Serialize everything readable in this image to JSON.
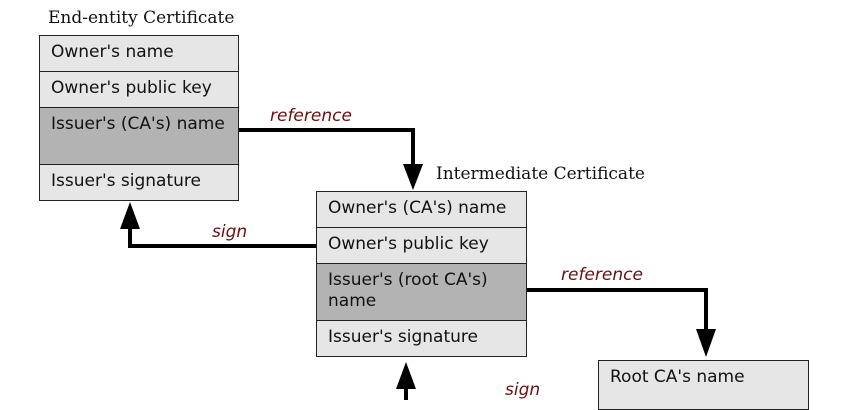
{
  "colors": {
    "label_color": "#6b0f0f",
    "field_light": "#e6e6e6",
    "field_dark": "#b3b3b3",
    "line": "#000000"
  },
  "end_entity": {
    "title": "End-entity Certificate",
    "fields": {
      "owner_name": "Owner's name",
      "owner_key": "Owner's public key",
      "issuer_name": "Issuer's (CA's) name",
      "issuer_signature": "Issuer's signature"
    }
  },
  "intermediate": {
    "title": "Intermediate Certificate",
    "fields": {
      "owner_name": "Owner's (CA's) name",
      "owner_key": "Owner's public key",
      "issuer_name": "Issuer's (root CA's) name",
      "issuer_signature": "Issuer's signature"
    }
  },
  "root": {
    "fields": {
      "owner_name": "Root CA's name"
    }
  },
  "labels": {
    "reference_1": "reference",
    "sign_1": "sign",
    "reference_2": "reference",
    "sign_2": "sign"
  }
}
